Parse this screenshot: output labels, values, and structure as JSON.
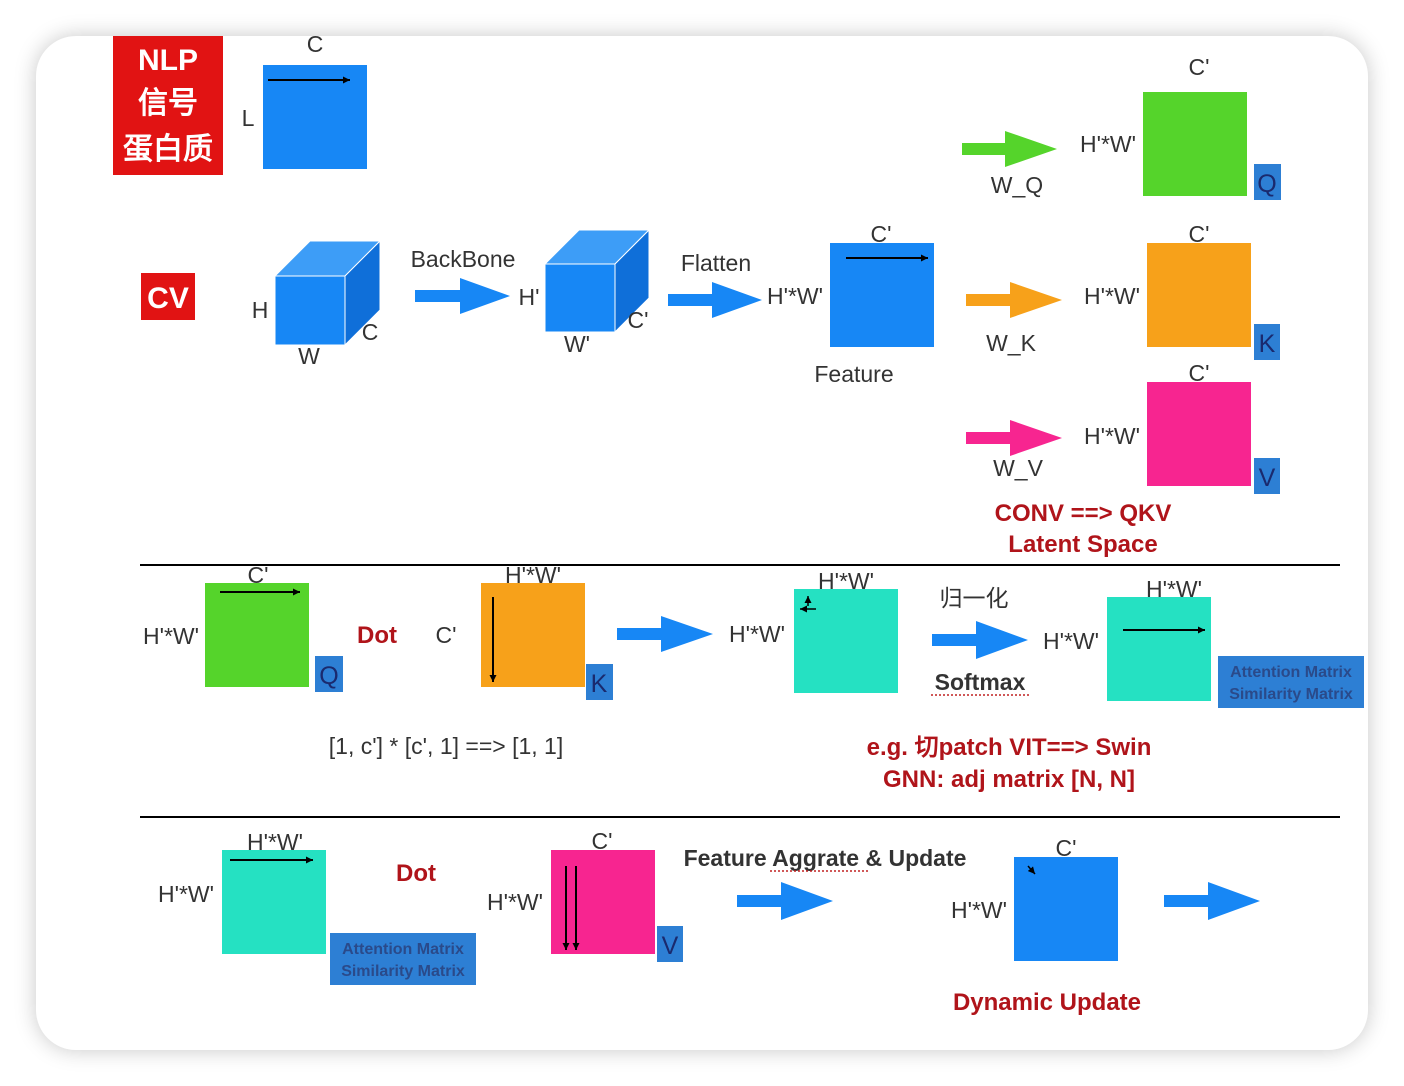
{
  "colors": {
    "blue": "#1787f5",
    "green": "#55d42b",
    "orange": "#f7a11a",
    "pink": "#f72590",
    "teal": "#25e1c2",
    "red_badge": "#e11313",
    "red_text": "#b0141a",
    "letter_tag": "#2d7fd4"
  },
  "badges": {
    "nlp_line1": "NLP",
    "nlp_line2": "信号",
    "nlp_line3": "蛋白质",
    "cv": "CV"
  },
  "nlp": {
    "c": "C",
    "l": "L"
  },
  "cv_input": {
    "h": "H",
    "w": "W",
    "c": "C"
  },
  "backbone": {
    "label": "BackBone",
    "h": "H'",
    "w": "W'",
    "c": "C'"
  },
  "flatten": {
    "label": "Flatten",
    "hw": "H'*W'",
    "c": "C'",
    "feature": "Feature"
  },
  "qkv": {
    "q": {
      "weight": "W_Q",
      "hw": "H'*W'",
      "c": "C'",
      "tag": "Q"
    },
    "k": {
      "weight": "W_K",
      "hw": "H'*W'",
      "c": "C'",
      "tag": "K"
    },
    "v": {
      "weight": "W_V",
      "hw": "H'*W'",
      "c": "C'",
      "tag": "V"
    },
    "caption1": "CONV ==> QKV",
    "caption2": "Latent Space"
  },
  "section2": {
    "q_hw": "H'*W'",
    "q_c": "C'",
    "q_tag": "Q",
    "dot": "Dot",
    "k_c": "C'",
    "k_hw": "H'*W'",
    "k_tag": "K",
    "formula": "[1, c'] * [c', 1] ==> [1, 1]",
    "sim_hw_left": "H'*W'",
    "sim_hw_top": "H'*W'",
    "normalize": "归一化",
    "softmax": "Softmax",
    "att_hw_left": "H'*W'",
    "att_hw_top": "H'*W'",
    "matrix_line1": "Attention Matrix",
    "matrix_line2": "Similarity Matrix",
    "note1": "e.g. 切patch VIT==> Swin",
    "note2": "GNN: adj matrix [N, N]"
  },
  "section3": {
    "a_hw_left": "H'*W'",
    "a_hw_top": "H'*W'",
    "matrix_line1": "Attention Matrix",
    "matrix_line2": "Similarity Matrix",
    "dot": "Dot",
    "v_hw": "H'*W'",
    "v_c": "C'",
    "v_tag": "V",
    "update_label": "Feature Aggrate & Update",
    "out_hw": "H'*W'",
    "out_c": "C'",
    "dynamic": "Dynamic Update"
  }
}
